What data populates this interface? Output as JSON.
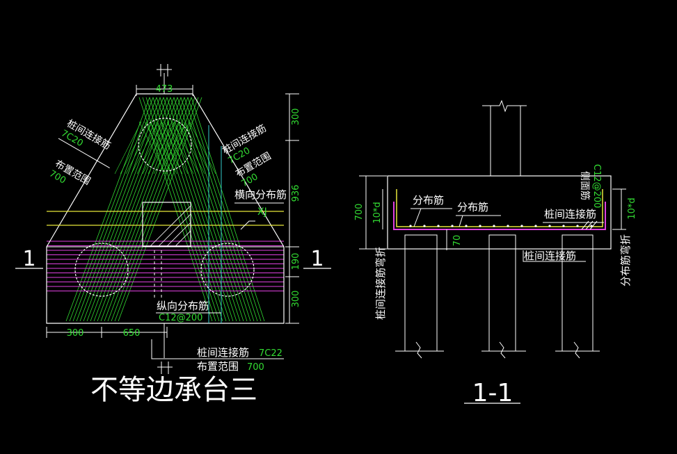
{
  "colors": {
    "background": "#000000",
    "outline": "#ffffff",
    "rebar_green": "#33dd33",
    "rebar_yellow": "#e8e83a",
    "rebar_magenta": "#e040e0",
    "cyan_line": "#33cccc"
  },
  "plan": {
    "title": "不等边承台三",
    "section_mark": "1",
    "dims": {
      "top_width": "473",
      "right_300a": "300",
      "right_936": "936",
      "right_190": "190",
      "right_300b": "300",
      "bottom_300": "300",
      "bottom_650": "650"
    },
    "labels": {
      "left_bar_name": "桩间连接筋",
      "left_bar_spec": "7C20",
      "left_range_name": "布置范围",
      "left_range_value": "700",
      "right_bar_name": "桩间连接筋",
      "right_bar_spec": "7C20",
      "right_range_name": "布置范围",
      "right_range_value": "700",
      "transverse_name": "横向分布筋",
      "transverse_code": "XJ",
      "longitudinal_name": "纵向分布筋",
      "longitudinal_spec": "C12@200",
      "bottom_bar_name": "桩间连接筋",
      "bottom_bar_spec": "7C22",
      "bottom_range_name": "布置范围",
      "bottom_range_value": "700"
    }
  },
  "section": {
    "title": "1-1",
    "dims": {
      "height_700": "700",
      "bend_left": "10*d",
      "bend_right": "10*d",
      "dim_70": "70"
    },
    "labels": {
      "dist_bar_a": "分布筋",
      "dist_bar_b": "分布筋",
      "side_bar_name": "侧面筋",
      "side_bar_spec": "C12@200",
      "conn_bar_top": "桩间连接筋",
      "conn_bar_bottom": "桩间连接筋",
      "left_vertical": "桩间连接筋弯折",
      "right_vertical": "分布筋弯折"
    }
  }
}
